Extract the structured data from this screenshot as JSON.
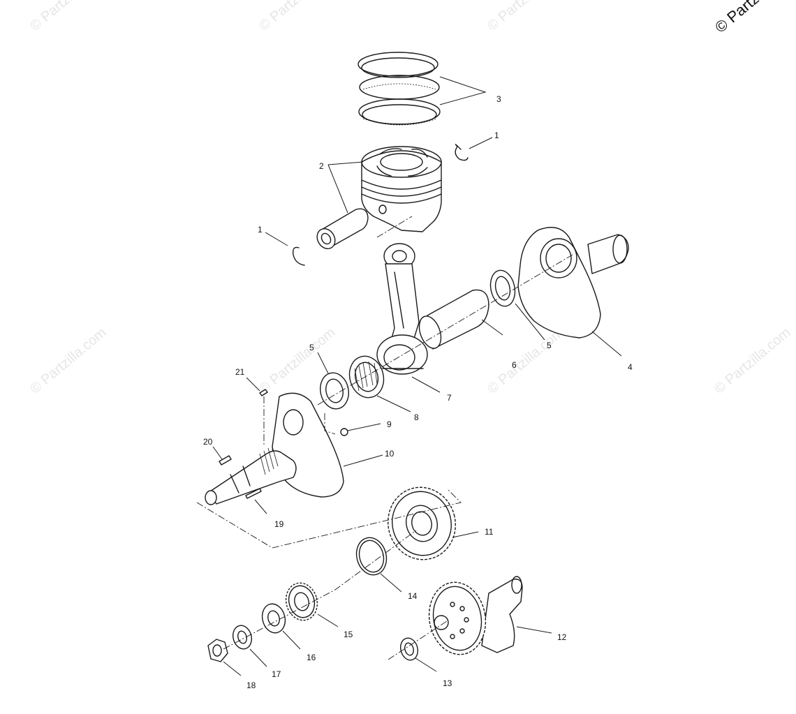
{
  "watermark": {
    "text": "© Partzilla.com",
    "corner_text": "© Partzilla.com"
  },
  "callouts": {
    "c1a": "1",
    "c1b": "1",
    "c2": "2",
    "c3": "3",
    "c4": "4",
    "c5a": "5",
    "c5b": "5",
    "c6": "6",
    "c7": "7",
    "c8": "8",
    "c9": "9",
    "c10": "10",
    "c11": "11",
    "c12": "12",
    "c13": "13",
    "c14": "14",
    "c15": "15",
    "c16": "16",
    "c17": "17",
    "c18": "18",
    "c19": "19",
    "c20": "20",
    "c21": "21"
  }
}
